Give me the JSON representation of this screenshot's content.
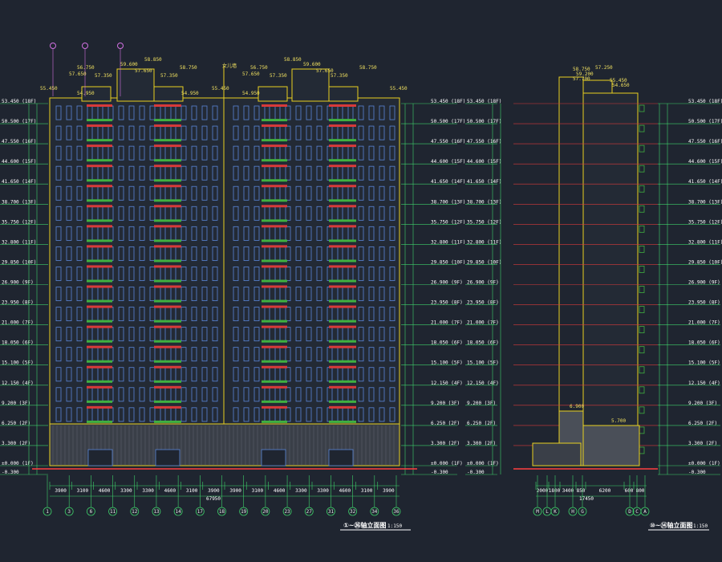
{
  "colors": {
    "background": "#1f2530",
    "building_outline": "#e8d020",
    "window": "#5a86d8",
    "balcony": "#d83a3a",
    "railing": "#40b040",
    "dimension": "#3fd06a",
    "axis": "#3fd06a",
    "grid_line": "#d83a3a",
    "ground": "#ff4040"
  },
  "front": {
    "title": "①~㊱轴立面图",
    "scale": "1:150",
    "level_labels_left": [
      "53.450 (18F)",
      "50.500 (17F)",
      "47.550 (16F)",
      "44.600 (15F)",
      "41.650 (14F)",
      "38.700 (13F)",
      "35.750 (12F)",
      "32.800 (11F)",
      "29.850 (10F)",
      "26.900 (9F)",
      "23.950 (8F)",
      "21.000 (7F)",
      "18.050 (6F)",
      "15.100 (5F)",
      "12.150 (4F)",
      "9.200 (3F)",
      "6.250 (2F)",
      "3.300 (2F)",
      "±0.000 (1F)",
      "-0.300"
    ],
    "level_labels_right": [
      "53.450 (18F)",
      "50.500 (17F)",
      "47.550 (16F)",
      "44.600 (15F)",
      "41.650 (14F)",
      "38.700 (13F)",
      "35.750 (12F)",
      "32.800 (11F)",
      "29.850 (10F)",
      "26.900 (9F)",
      "23.950 (8F)",
      "21.000 (7F)",
      "18.050 (6F)",
      "15.100 (5F)",
      "12.150 (4F)",
      "9.200 (3F)",
      "6.250 (2F)",
      "3.300 (2F)",
      "±0.000 (1F)",
      "-0.300"
    ],
    "top_labels": [
      "55.450",
      "56.750",
      "57.650",
      "57.350",
      "58.850",
      "59.600",
      "57.350",
      "57.650",
      "58.750",
      "55.450",
      "56.750",
      "57.650",
      "57.350",
      "58.850",
      "59.600",
      "57.350",
      "57.650",
      "58.750",
      "55.450",
      "54.950",
      "54.950",
      "54.950"
    ],
    "center_label": "女儿墙",
    "bottom_dims": [
      "3900",
      "3100",
      "4600",
      "3300",
      "3300",
      "4600",
      "3100",
      "3900",
      "3900",
      "3100",
      "4600",
      "3300",
      "3300",
      "4600",
      "3100",
      "3900"
    ],
    "total_dim": "67950",
    "axes": [
      "1",
      "3",
      "6",
      "11",
      "12",
      "13",
      "14",
      "17",
      "18",
      "19",
      "20",
      "23",
      "27",
      "31",
      "32",
      "34",
      "36"
    ]
  },
  "side": {
    "title": "⑩~⑭轴立面图",
    "scale": "1:150",
    "top_labels": [
      "58.750",
      "59.200",
      "57.700",
      "57.250",
      "55.450",
      "54.650"
    ],
    "left_labels": [
      "53.450 (18F)",
      "50.500 (17F)",
      "47.550 (16F)",
      "44.600 (15F)",
      "41.650 (14F)",
      "38.700 (13F)",
      "35.750 (12F)",
      "32.800 (11F)",
      "29.850 (10F)",
      "26.900 (9F)",
      "23.950 (8F)",
      "21.000 (7F)",
      "18.050 (6F)",
      "15.100 (5F)",
      "12.150 (4F)",
      "9.200 (3F)",
      "6.250 (2F)",
      "3.300 (2F)",
      "±0.000 (1F)",
      "-0.300"
    ],
    "right_labels": [
      "53.450 (18F)",
      "50.500 (17F)",
      "47.550 (16F)",
      "44.600 (15F)",
      "41.650 (14F)",
      "38.700 (13F)",
      "35.750 (12F)",
      "32.800 (11F)",
      "29.850 (10F)",
      "26.900 (9F)",
      "23.950 (8F)",
      "21.000 (7F)",
      "18.050 (6F)",
      "15.100 (5F)",
      "12.150 (4F)",
      "9.200 (3F)",
      "6.250 (2F)",
      "3.300 (2F)",
      "±0.000 (1F)",
      "-0.300"
    ],
    "podium_labels": [
      "6.900",
      "5.700"
    ],
    "bottom_dims": [
      "2000",
      "1800",
      "3400",
      "850",
      "6200",
      "600",
      "800"
    ],
    "total_dim": "17450",
    "axes": [
      "M",
      "L",
      "K",
      "H",
      "G",
      "D",
      "C",
      "A"
    ]
  }
}
